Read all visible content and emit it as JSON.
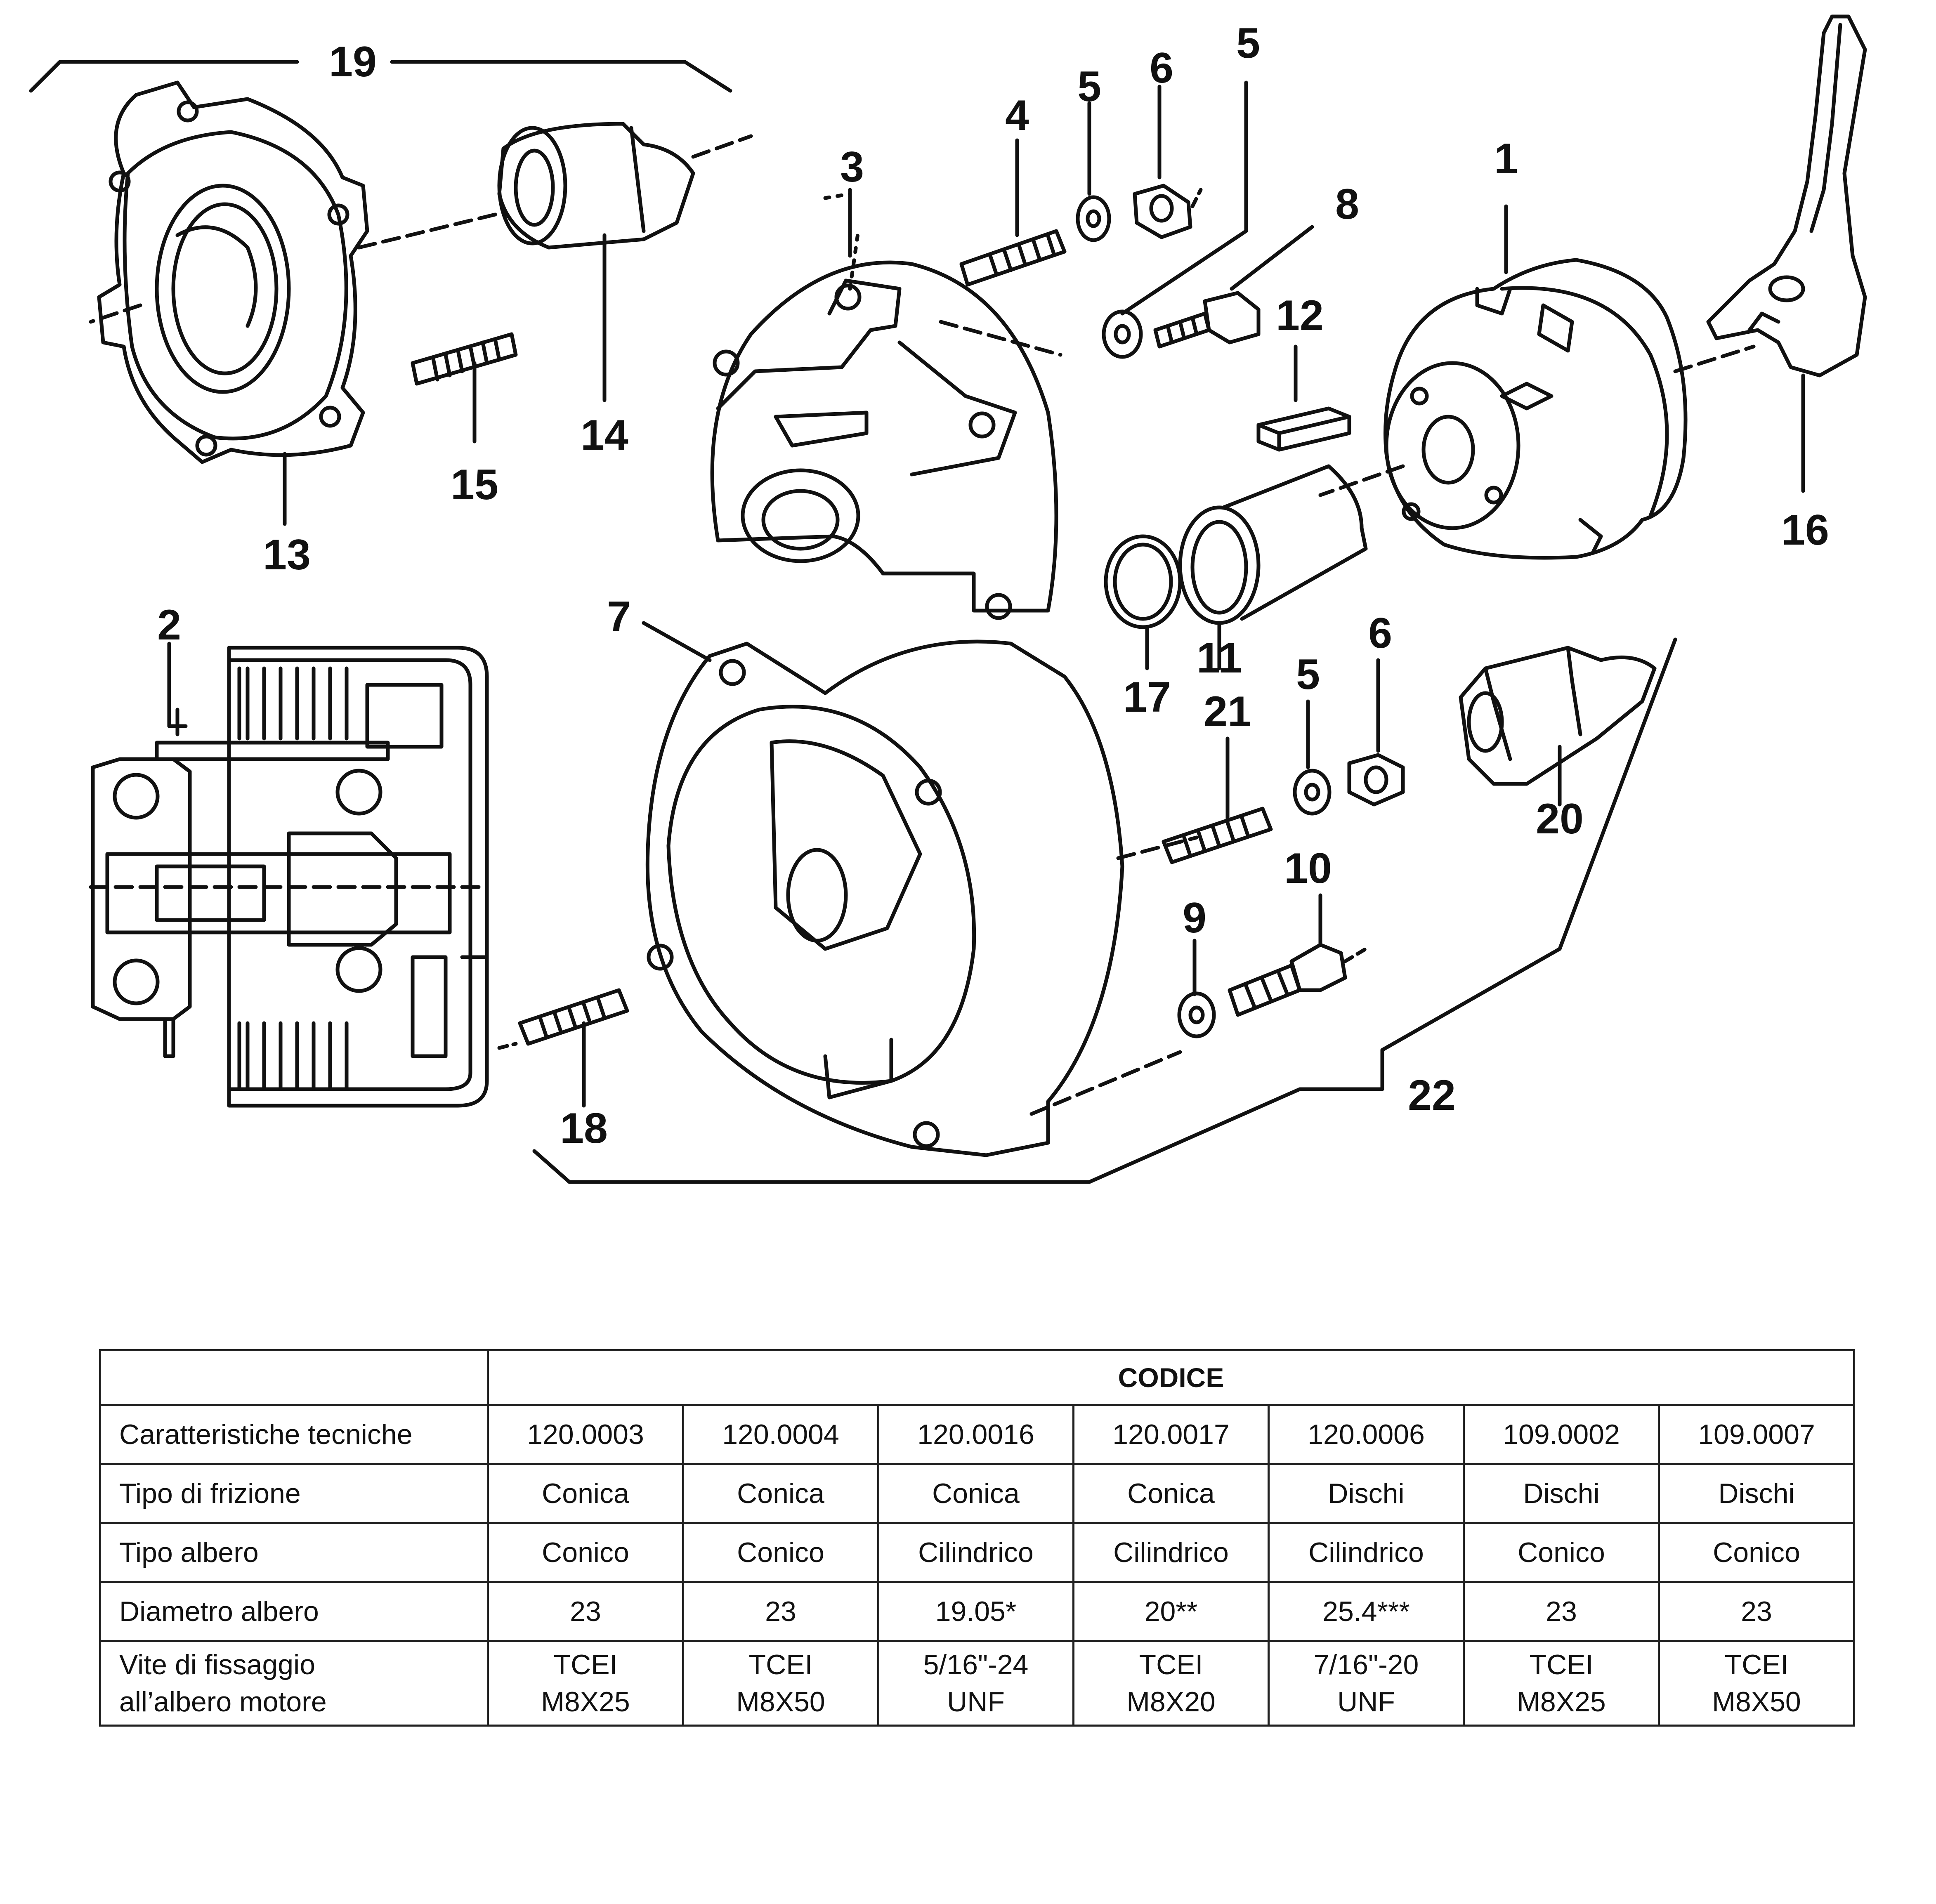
{
  "labels": {
    "n1": "1",
    "n2": "2",
    "n3": "3",
    "n4": "4",
    "n5a": "5",
    "n5b": "5",
    "n5c": "5",
    "n6a": "6",
    "n6b": "6",
    "n7": "7",
    "n8": "8",
    "n9": "9",
    "n10": "10",
    "n11": "11",
    "n12": "12",
    "n13": "13",
    "n14": "14",
    "n15": "15",
    "n16": "16",
    "n17": "17",
    "n18": "18",
    "n19": "19",
    "n20": "20",
    "n21": "21",
    "n22": "22"
  },
  "table": {
    "header": "CODICE",
    "row_labels": {
      "codes": "Caratteristiche tecniche",
      "clutch": "Tipo di frizione",
      "shaft": "Tipo albero",
      "diameter": "Diametro albero",
      "screw_line1": "Vite di fissaggio",
      "screw_line2": "all’albero motore"
    },
    "columns": [
      {
        "code": "120.0003",
        "clutch": "Conica",
        "shaft": "Conico",
        "diameter": "23",
        "screw1": "TCEI",
        "screw2": "M8X25"
      },
      {
        "code": "120.0004",
        "clutch": "Conica",
        "shaft": "Conico",
        "diameter": "23",
        "screw1": "TCEI",
        "screw2": "M8X50"
      },
      {
        "code": "120.0016",
        "clutch": "Conica",
        "shaft": "Cilindrico",
        "diameter": "19.05*",
        "screw1": "5/16\"-24",
        "screw2": "UNF"
      },
      {
        "code": "120.0017",
        "clutch": "Conica",
        "shaft": "Cilindrico",
        "diameter": "20**",
        "screw1": "TCEI",
        "screw2": "M8X20"
      },
      {
        "code": "120.0006",
        "clutch": "Dischi",
        "shaft": "Cilindrico",
        "diameter": "25.4***",
        "screw1": "7/16\"-20",
        "screw2": "UNF"
      },
      {
        "code": "109.0002",
        "clutch": "Dischi",
        "shaft": "Conico",
        "diameter": "23",
        "screw1": "TCEI",
        "screw2": "M8X25"
      },
      {
        "code": "109.0007",
        "clutch": "Dischi",
        "shaft": "Conico",
        "diameter": "23",
        "screw1": "TCEI",
        "screw2": "M8X50"
      }
    ]
  }
}
